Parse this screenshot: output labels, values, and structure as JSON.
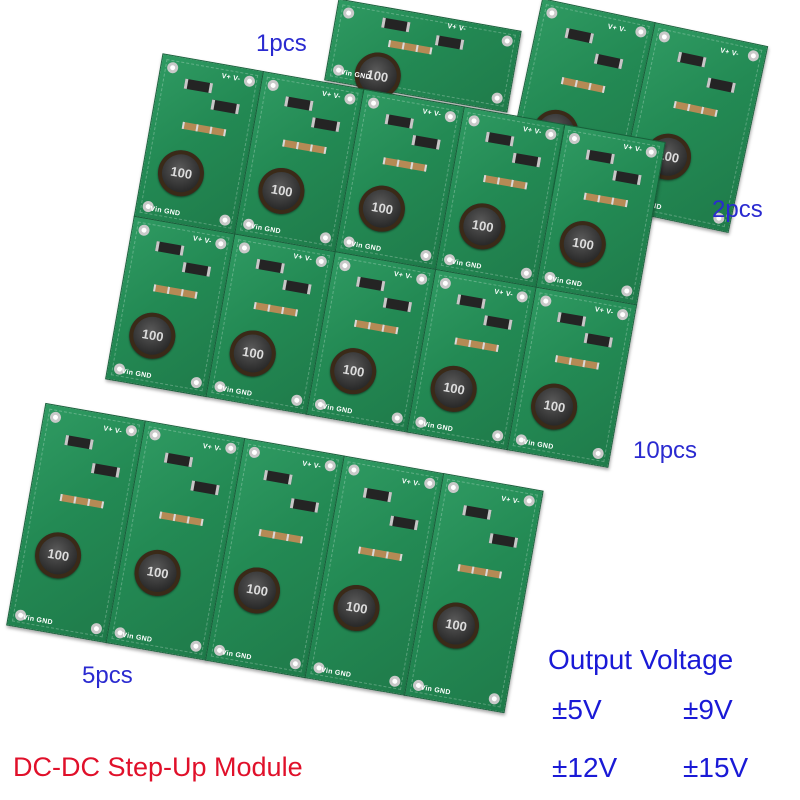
{
  "labels": {
    "qty_1": "1pcs",
    "qty_2": "2pcs",
    "qty_10": "10pcs",
    "qty_5": "5pcs",
    "product_title": "DC-DC Step-Up Module"
  },
  "output_voltage": {
    "heading": "Output Voltage",
    "values": [
      "±5V",
      "±9V",
      "±12V",
      "±15V"
    ]
  },
  "board_marking": {
    "inductor": "100",
    "pins": [
      "Vin",
      "GND",
      "V+",
      "V-"
    ]
  },
  "colors": {
    "pcb_green": "#238a54",
    "quantity_text": "#2a2ad0",
    "title_text": "#e0102a",
    "voltage_text": "#1a1ad6"
  }
}
